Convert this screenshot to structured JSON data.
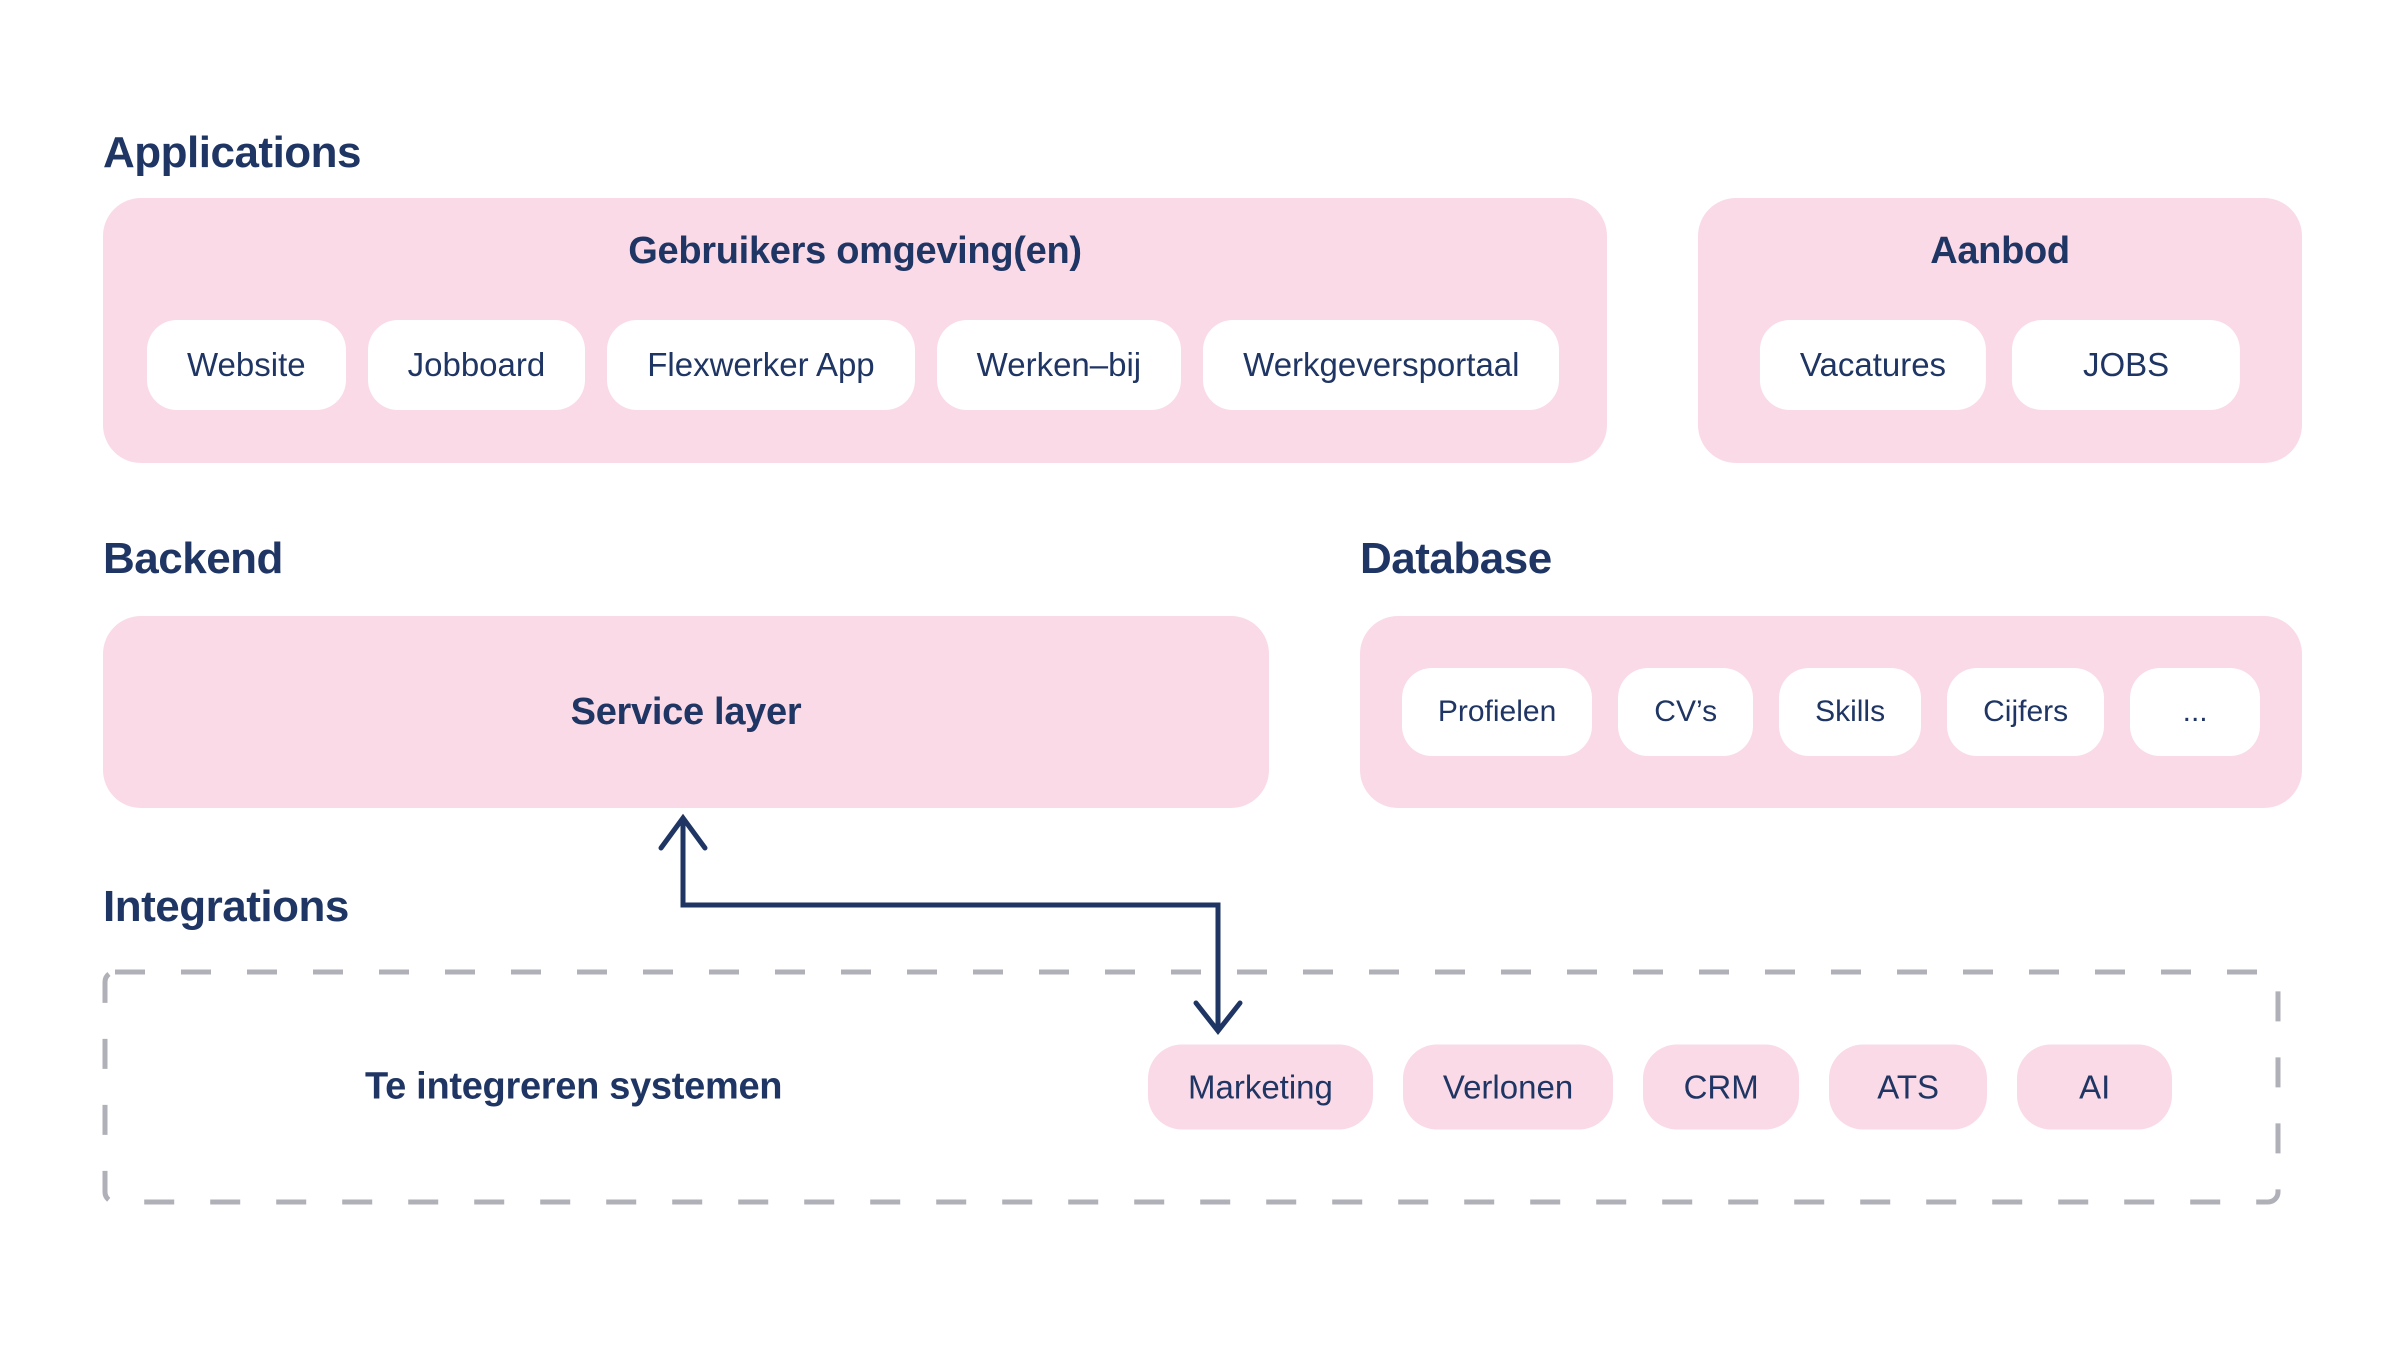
{
  "diagram": {
    "applications": {
      "heading": "Applications",
      "gebruikers": {
        "title": "Gebruikers omgeving(en)",
        "pills": [
          "Website",
          "Jobboard",
          "Flexwerker App",
          "Werken–bij",
          "Werkgeversportaal"
        ]
      },
      "aanbod": {
        "title": "Aanbod",
        "pills": [
          "Vacatures",
          "JOBS"
        ]
      }
    },
    "backend": {
      "heading": "Backend",
      "box_label": "Service layer"
    },
    "database": {
      "heading": "Database",
      "pills": [
        "Profielen",
        "CV’s",
        "Skills",
        "Cijfers",
        "..."
      ]
    },
    "integrations": {
      "heading": "Integrations",
      "box_label": "Te integreren systemen",
      "pills": [
        "Marketing",
        "Verlonen",
        "CRM",
        "ATS",
        "AI"
      ]
    },
    "connector": {
      "from": "Te integreren systemen",
      "to": "Service layer",
      "style": "double-headed-elbow-arrow"
    },
    "colors": {
      "background": "#FFFFFF",
      "pink_box": "#FADAE7",
      "navy_text": "#1F3563",
      "white_pill": "#FFFFFF",
      "dashed_border": "#B0B0B8"
    }
  }
}
